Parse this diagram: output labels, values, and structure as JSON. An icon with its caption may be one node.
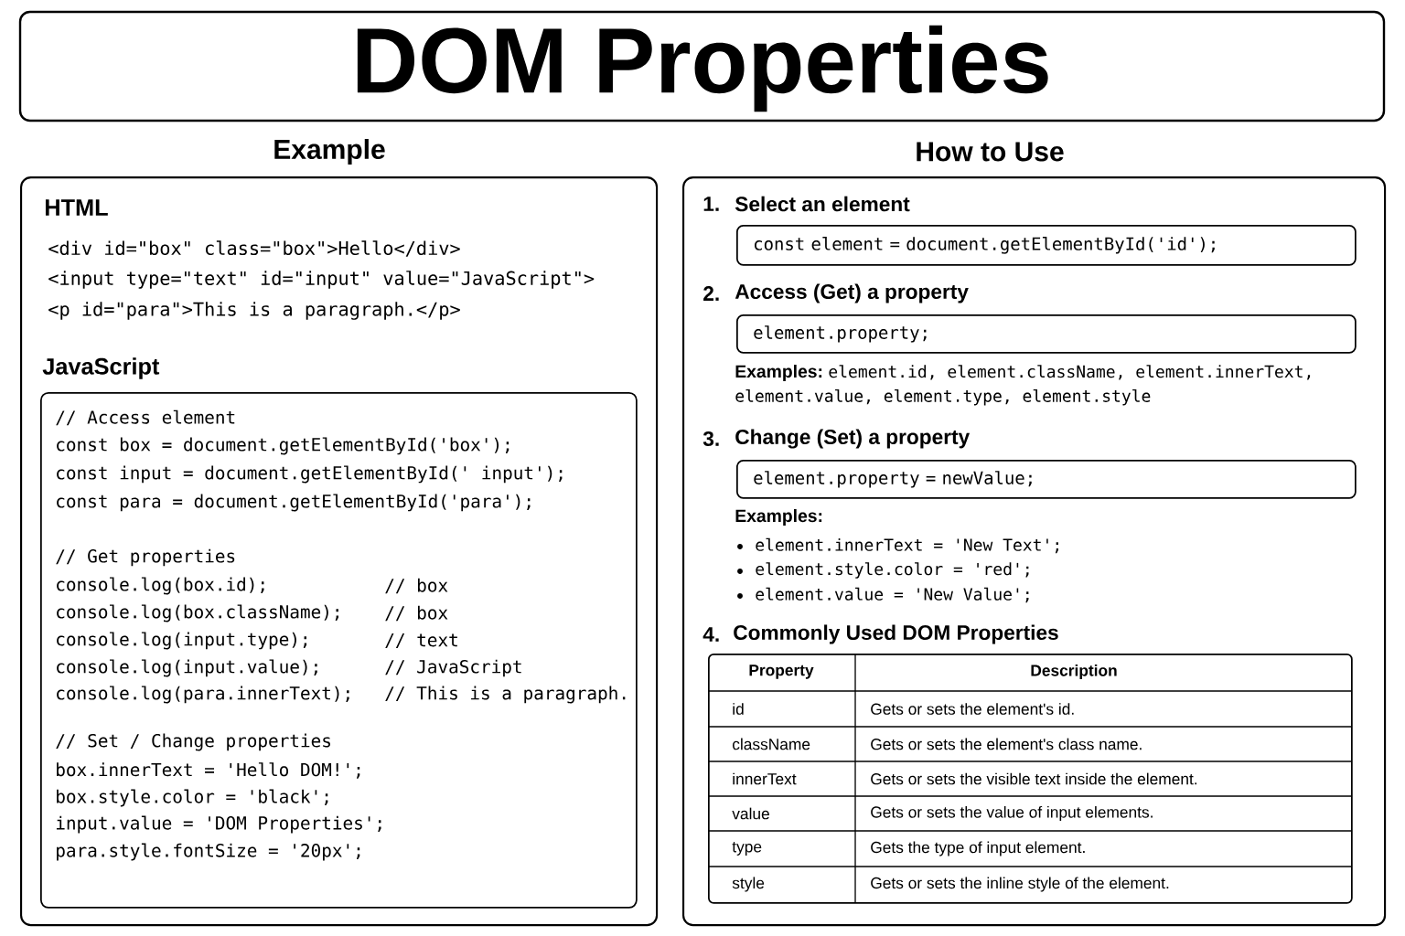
{
  "diagram": {
    "title": "DOM Properties",
    "nodes": [
      {
        "text": [
          "Example",
          "HTML",
          "<div id=\"box\" class=\"box\">Hello</div>",
          "<input type=\"text\" id=\"input\" value=\"JavaScript\">",
          "<p id=\"para\">This is a paragraph.</p>",
          "JavaScript"
        ]
      },
      {
        "text": [
          "// Access element",
          "const box = document.getElementById('box');",
          "const input = document.getElementById(' input');",
          "const para = document.getElementById('para');",
          "// Get properties",
          "console.log(box.id);",
          "// box",
          "console.log(box.className);",
          "// box",
          "console.log(input.type);",
          "// text",
          "console.log(input.value);",
          "// JavaScript",
          "console.log(para.innerText);",
          "// This is a paragraph.",
          "// Set / Change properties",
          "box.innerText = 'Hello DOM!';",
          "box.style.color = 'black';",
          "input.value = 'DOM Properties';",
          "para.style.fontSize = '20px';"
        ],
        "in": 0
      },
      {
        "text": [
          "How to Use",
          "1.",
          "Select an element",
          "2.",
          "Access (Get) a property",
          "Examples:",
          "element.id, element.className, element.innerText, element.value, element.type, element.style",
          "3.",
          "Change (Set) a property",
          "Examples:",
          "element.innerText = 'New Text';",
          "element.style.color = 'red';",
          "element.value = 'New Value';",
          "4.",
          "Commonly Used DOM Properties"
        ]
      },
      {
        "text": [
          "const element = document.getElementById('id');"
        ],
        "in": 2
      },
      {
        "text": [
          "element.property;"
        ],
        "in": 2
      },
      {
        "text": [
          "element.property = newValue;"
        ],
        "in": 2
      },
      {
        "text": [
          "Property",
          "Description",
          "id",
          "Gets or sets the element's id.",
          "className",
          "Gets or sets the element's class name.",
          "innerText",
          "Gets or sets the visible text inside the element.",
          "value",
          "Gets or sets the value of input elements.",
          "type",
          "Gets the type of input element.",
          "style",
          "Gets or sets the inline style of the element."
        ],
        "in": 2
      }
    ]
  }
}
